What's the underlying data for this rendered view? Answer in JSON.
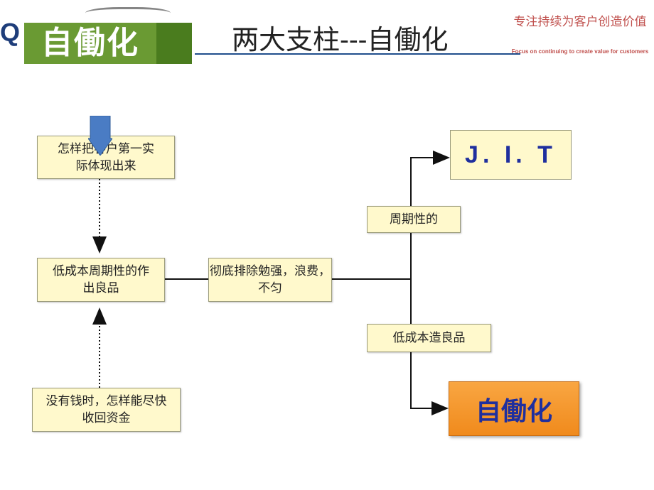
{
  "header": {
    "logo_letter": "Q",
    "badge": "自働化",
    "title": "两大支柱---自働化",
    "slogan": "专注持续为客户创造价值",
    "slogan_en": "Focus on continuing to create value for customers"
  },
  "diagram": {
    "box_top": "怎样把客户第一实际体现出来",
    "box_mid": "低成本周期性的作出良品",
    "box_bottom": "没有钱时，怎样能尽快收回资金",
    "box_center": "彻底排除勉强，浪费，不匀",
    "label_upper": "周期性的",
    "label_lower": "低成本造良品",
    "target_jit": "J. I. T",
    "target_auto": "自働化"
  },
  "colors": {
    "accent_green": "#6a9a33",
    "title_line": "#1f4e8c",
    "slogan": "#c0504d",
    "box_fill": "#fff9cc",
    "highlight_orange": "#f08a1c",
    "arrow_blue": "#4a7cc4"
  }
}
